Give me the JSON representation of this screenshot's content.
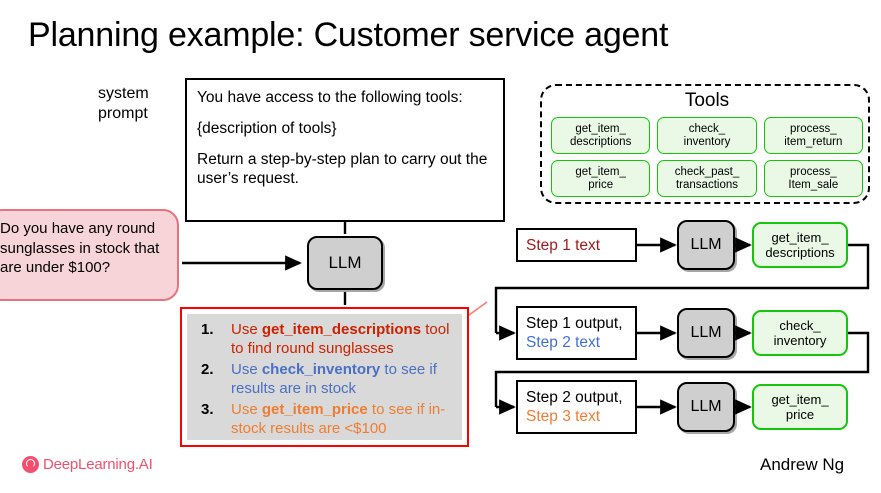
{
  "slide": {
    "title": "Planning example: Customer service agent",
    "author": "Andrew Ng",
    "brand": "DeepLearning.AI",
    "brand_color": "#f2506e",
    "accent_colors": {
      "step1": "#cc2200",
      "step2": "#4a6fc4",
      "step3": "#ef7d31",
      "tool_border": "#16c60c",
      "tool_fill": "#e9f9e6",
      "plan_border": "#ff0000",
      "plan_fill": "#d9d9d9",
      "query_fill": "#f7d4d8",
      "query_border": "#e8737f",
      "llm_fill": "#cfcfcf"
    }
  },
  "system_prompt": {
    "label_line1": "system",
    "label_line2": "prompt",
    "lines": [
      "You have access to the following tools:",
      "{description of tools}",
      "Return a step-by-step plan to carry out the user’s request."
    ]
  },
  "tools_panel": {
    "title": "Tools",
    "tools": [
      {
        "label": "get_item_\ndescriptions"
      },
      {
        "label": "check_\ninventory"
      },
      {
        "label": "process_\nitem_return"
      },
      {
        "label": "get_item_\nprice"
      },
      {
        "label": "check_past_\ntransactions"
      },
      {
        "label": "process_\nItem_sale"
      }
    ]
  },
  "user_query": {
    "text": "Do you have any round sunglasses in stock that are under $100?"
  },
  "llm_label": "LLM",
  "plan": {
    "steps": [
      {
        "number": "1.",
        "prefix": "Use ",
        "tool": "get_item_descriptions",
        "suffix": " tool to find round sunglasses",
        "color": "#cc2200"
      },
      {
        "number": "2.",
        "prefix": "Use ",
        "tool": "check_inventory",
        "suffix": " to see if results are in stock",
        "color": "#4a6fc4"
      },
      {
        "number": "3.",
        "prefix": "Use ",
        "tool": "get_item_price",
        "suffix": " to see if in-stock results are <$100",
        "color": "#ef7d31"
      }
    ]
  },
  "execution_rows": [
    {
      "input_line1": "Step 1 text",
      "input_line1_color": "#9e1b1b",
      "input_line2": "",
      "input_line2_color": "",
      "llm": "LLM",
      "tool": "get_item_\ndescriptions"
    },
    {
      "input_line1": "Step 1 output,",
      "input_line1_color": "#000000",
      "input_line2": "Step 2 text",
      "input_line2_color": "#3f6fd8",
      "llm": "LLM",
      "tool": "check_\ninventory"
    },
    {
      "input_line1": "Step 2 output,",
      "input_line1_color": "#000000",
      "input_line2": "Step 3 text",
      "input_line2_color": "#ef7d31",
      "llm": "LLM",
      "tool": "get_item_\nprice"
    }
  ]
}
